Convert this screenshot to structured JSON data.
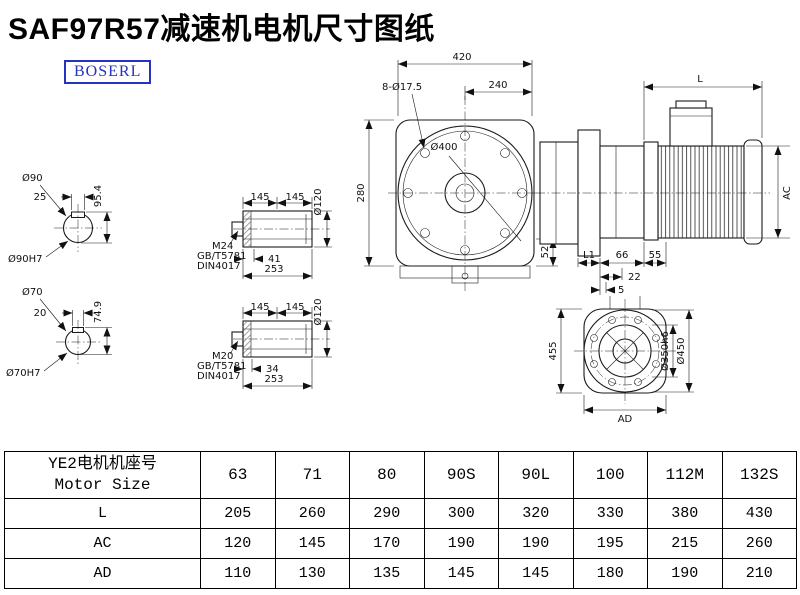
{
  "page": {
    "title": "SAF97R57减速机电机尺寸图纸",
    "logo_text": "BOSERL",
    "colors": {
      "logo_blue": "#2433c0",
      "line_color": "#1a1a1a"
    }
  },
  "drawing": {
    "front_view": {
      "dim_overall_width": "420",
      "dim_partial_width": "240",
      "bolt_holes_label": "8-Ø17.5",
      "flange_diameter_label": "Ø400",
      "dim_height": "280",
      "dim_foot_height": "52"
    },
    "side_view": {
      "dim_motor_length": "L",
      "dim_motor_width": "AC",
      "dim_l1": "L1",
      "dim_66": "66",
      "dim_55": "55",
      "dim_22": "22",
      "dim_5": "5"
    },
    "output_flange_view": {
      "dim_height": "455",
      "spigot_diameter_label": "Ø350h6",
      "flange_diameter_label": "Ø450",
      "dim_ad": "AD"
    },
    "shaft_end_view_90": {
      "diameter_label": "Ø90",
      "bore_label": "Ø90H7",
      "key_width": "25",
      "key_depth": "95.4"
    },
    "shaft_end_view_70": {
      "diameter_label": "Ø70",
      "bore_label": "Ø70H7",
      "key_width": "20",
      "key_depth": "74.9"
    },
    "hollow_shaft_detail_90": {
      "dim_seg_a": "145",
      "dim_seg_b": "145",
      "diameter_label": "Ø120",
      "thread_label": "M24",
      "standard_1": "GB/T5781",
      "standard_2": "DIN4017",
      "dim_bolt": "41",
      "dim_total": "253"
    },
    "hollow_shaft_detail_70": {
      "dim_seg_a": "145",
      "dim_seg_b": "145",
      "diameter_label": "Ø120",
      "thread_label": "M20",
      "standard_1": "GB/T5781",
      "standard_2": "DIN4017",
      "dim_bolt": "34",
      "dim_total": "253"
    }
  },
  "table": {
    "header_label_cn": "YE2电机机座号",
    "header_label_en": "Motor Size",
    "sizes": [
      "63",
      "71",
      "80",
      "90S",
      "90L",
      "100",
      "112M",
      "132S"
    ],
    "rows": [
      {
        "label": "L",
        "values": [
          "205",
          "260",
          "290",
          "300",
          "320",
          "330",
          "380",
          "430"
        ]
      },
      {
        "label": "AC",
        "values": [
          "120",
          "145",
          "170",
          "190",
          "190",
          "195",
          "215",
          "260"
        ]
      },
      {
        "label": "AD",
        "values": [
          "110",
          "130",
          "135",
          "145",
          "145",
          "180",
          "190",
          "210"
        ]
      }
    ]
  }
}
